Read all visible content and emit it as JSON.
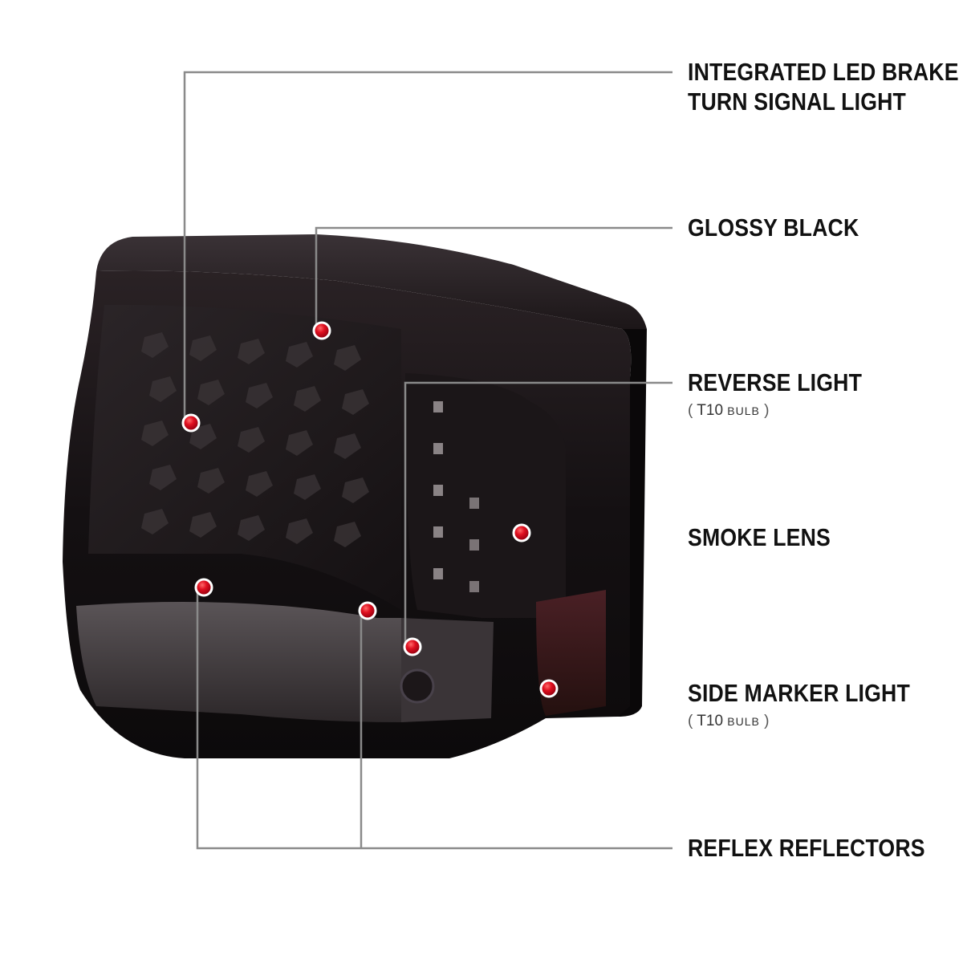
{
  "callouts": {
    "led_brake": {
      "line1": "INTEGRATED LED BRAKE &",
      "line2": "TURN SIGNAL LIGHT"
    },
    "glossy_black": {
      "title": "GLOSSY BLACK"
    },
    "reverse_light": {
      "title": "REVERSE LIGHT",
      "sub_open": "(",
      "sub_type": "T10",
      "sub_bulb": "BULB",
      "sub_close": ")"
    },
    "smoke_lens": {
      "title": "SMOKE LENS"
    },
    "side_marker": {
      "title": "SIDE MARKER LIGHT",
      "sub_open": "(",
      "sub_type": "T10",
      "sub_bulb": "BULB",
      "sub_close": ")"
    },
    "reflex_reflectors": {
      "title": "REFLEX REFLECTORS"
    }
  },
  "colors": {
    "leader_gray": "#8a8a8a",
    "leader_red": "#c0141c",
    "dot_red": "#e01020",
    "housing": "#1a1416"
  },
  "icons": {
    "callout_dot": "red-dot-icon"
  }
}
